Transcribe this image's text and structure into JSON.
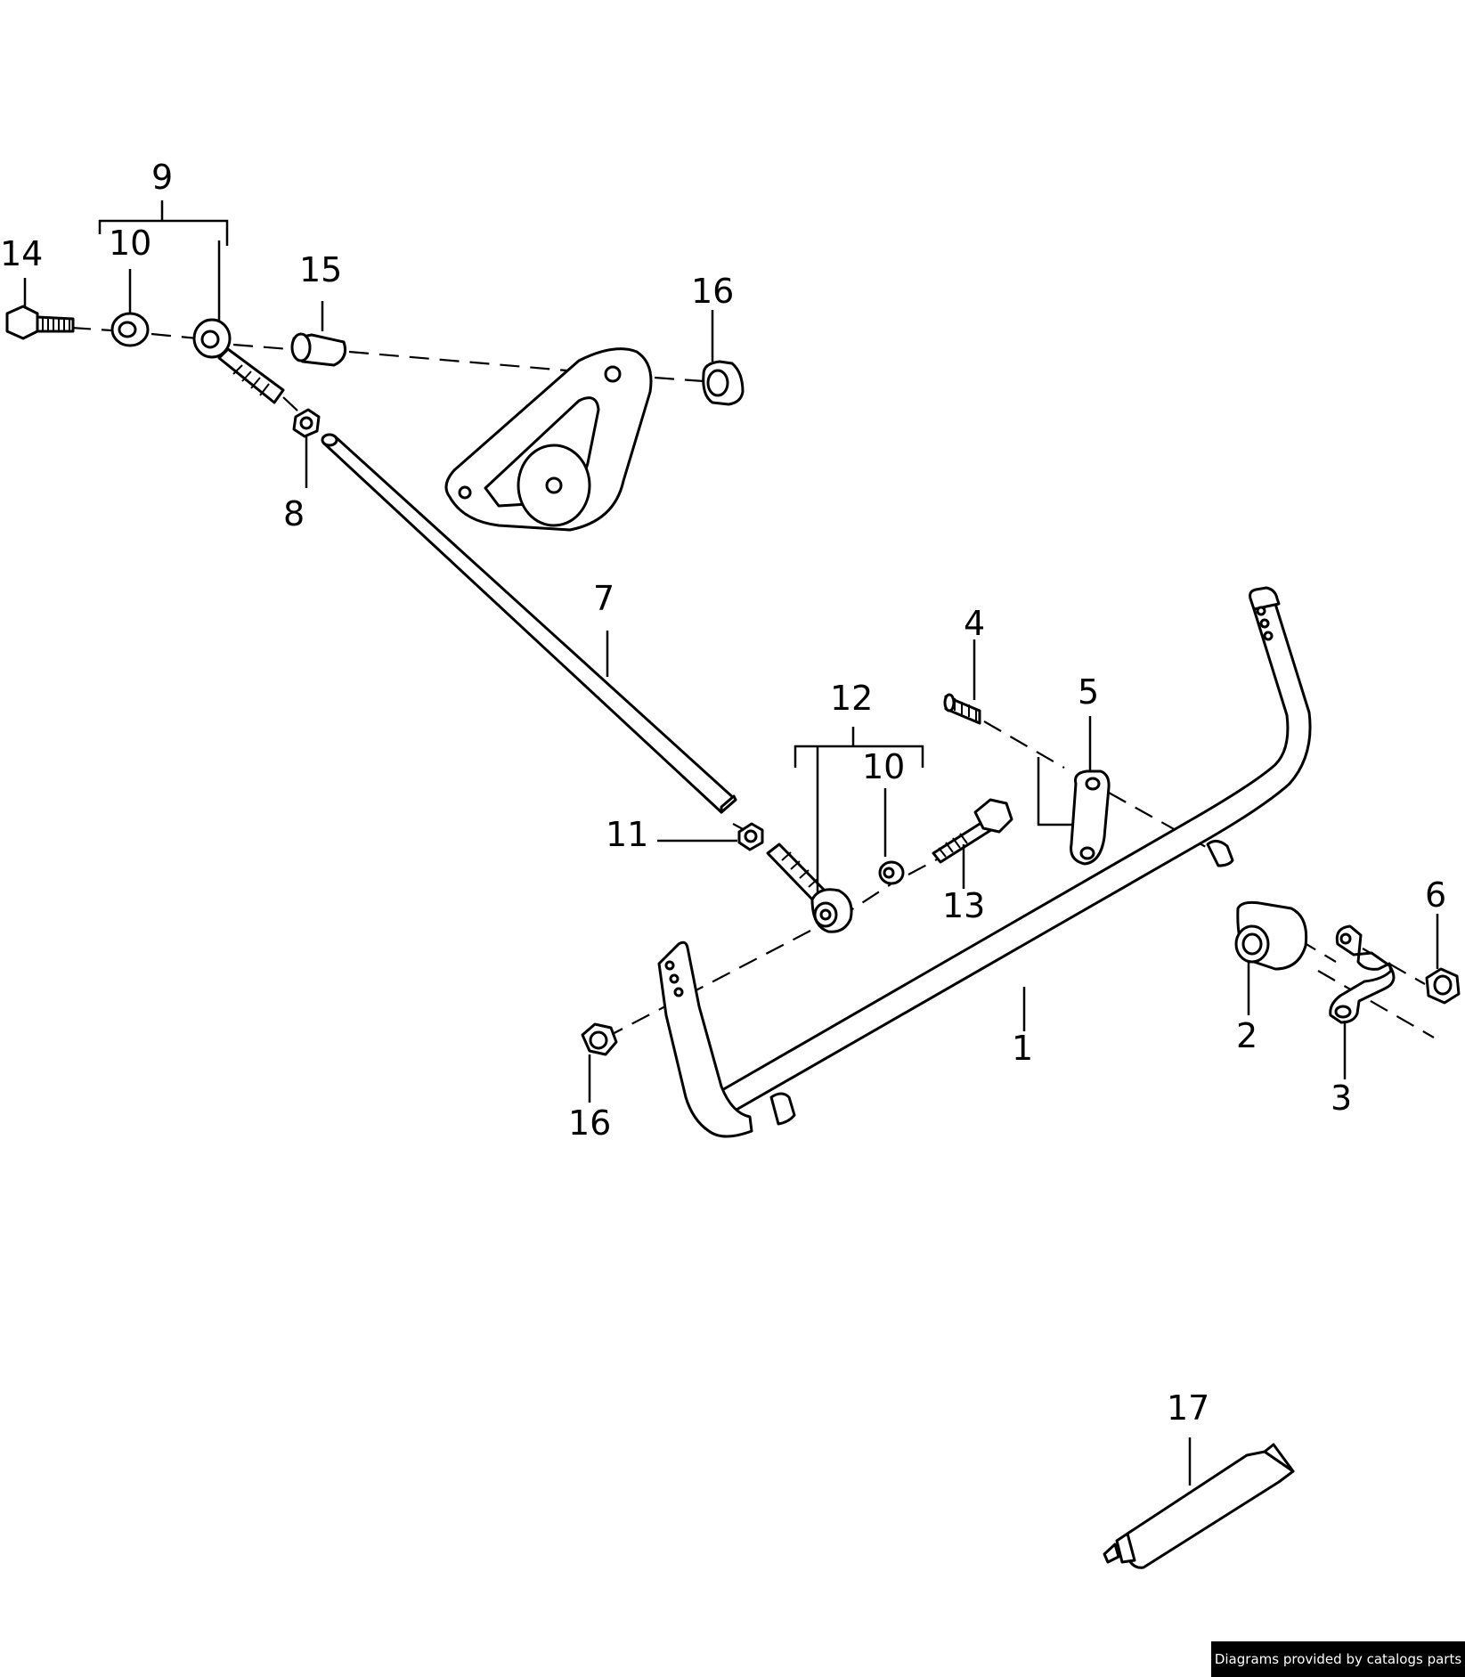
{
  "callouts": {
    "n1": "1",
    "n2": "2",
    "n3": "3",
    "n4": "4",
    "n5": "5",
    "n6": "6",
    "n7": "7",
    "n8": "8",
    "n9": "9",
    "n10a": "10",
    "n10b": "10",
    "n11": "11",
    "n12": "12",
    "n13": "13",
    "n14": "14",
    "n15": "15",
    "n16a": "16",
    "n16b": "16",
    "n17": "17"
  },
  "credit": "Diagrams provided by catalogs parts"
}
